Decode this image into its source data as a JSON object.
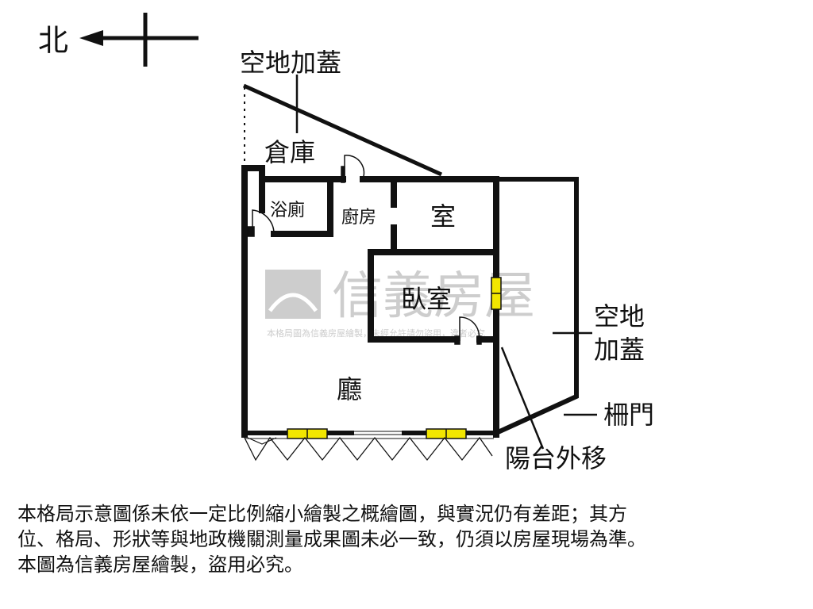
{
  "compass": {
    "north_label": "北"
  },
  "annotations": {
    "empty_lot_top": "空地加蓋",
    "storage": "倉庫",
    "empty_lot_right_line1": "空地",
    "empty_lot_right_line2": "加蓋",
    "gate": "柵門",
    "balcony_moved_out": "陽台外移"
  },
  "rooms": {
    "bathroom": "浴廁",
    "kitchen": "廚房",
    "room": "室",
    "bedroom": "臥室",
    "living_room": "廳"
  },
  "watermark": {
    "brand": "信義房屋",
    "notice": "本格局圖為信義房屋繪製，未經允許請勿盜用，違者必究"
  },
  "disclaimer": {
    "line1": "本格局示意圖係未依一定比例縮小繪製之概繪圖，與實況仍有差距；其方",
    "line2": "位、格局、形狀等與地政機關測量成果圖未必一致，仍須以房屋現場為準。",
    "line3": "本圖為信義房屋繪製，盜用必究。"
  },
  "colors": {
    "wall": "#111111",
    "window_fill": "#f2e600",
    "watermark": "#c8c8c8"
  }
}
